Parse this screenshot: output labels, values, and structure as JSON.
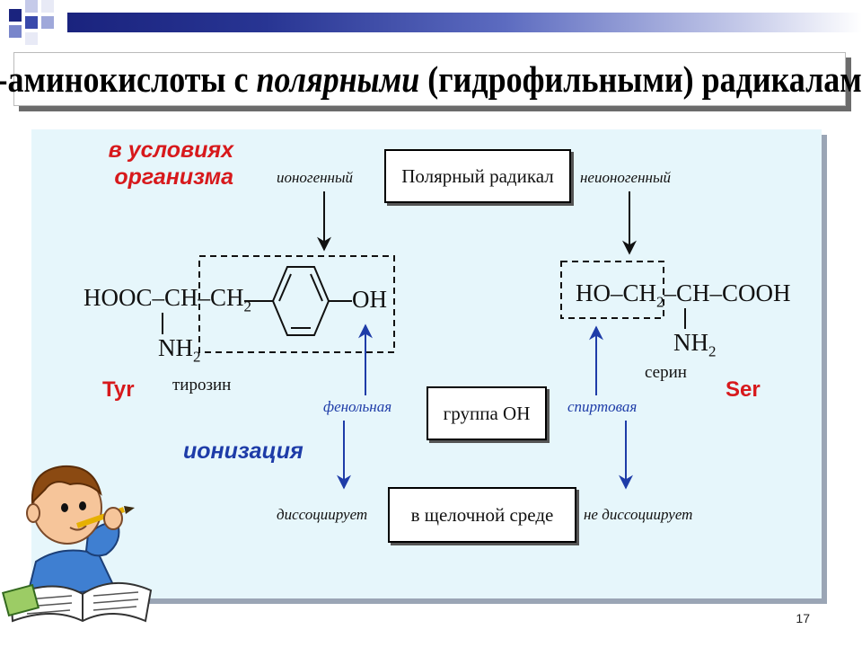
{
  "header": {
    "title_prefix": "α-аминокислоты с ",
    "title_emphasis": "полярными",
    "title_suffix": " (гидрофильными) радикалами"
  },
  "labels": {
    "conditions": "в условиях организма",
    "ionization": "ионизация"
  },
  "center": {
    "polar_radical": "Полярный радикал",
    "oh_group": "группа ОН",
    "alkaline_medium": "в щелочной среде"
  },
  "notes": {
    "ionogenic": "ионогенный",
    "nonionogenic": "неионогенный",
    "phenolic": "фенольная",
    "alcoholic": "спиртовая",
    "dissociates": "диссоциирует",
    "not_dissociates": "не диссоциирует"
  },
  "tyrosine": {
    "abbr": "Tyr",
    "name": "тирозин",
    "formula_left": "HOOC–CH–CH",
    "sub_2": "2",
    "nh2": "NH",
    "oh": "OH"
  },
  "serine": {
    "abbr": "Ser",
    "name": "серин",
    "formula_ho": "HO–CH",
    "formula_rest": "–CH–COOH",
    "sub_2": "2",
    "nh2": "NH"
  },
  "slide": {
    "page_number": "17"
  },
  "colors": {
    "accent_red": "#d7191c",
    "accent_blue": "#1e3ca8",
    "panel_bg": "#e6f6fb",
    "header_bar": "#283593"
  }
}
